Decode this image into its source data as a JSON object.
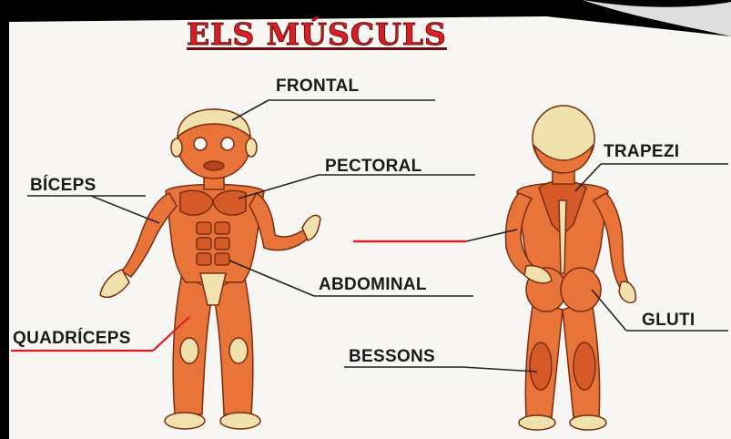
{
  "title": "ELS MÚSCULS",
  "labels": {
    "frontal": "FRONTAL",
    "pectoral": "PECTORAL",
    "biceps": "BÍCEPS",
    "abdominal": "ABDOMINAL",
    "quadriceps": "QUADRÍCEPS",
    "trapezi": "TRAPEZI",
    "gluti": "GLUTI",
    "bessons": "BESSONS"
  },
  "colors": {
    "title": "#d81f26",
    "muscle": "#e8743a",
    "muscle_dark": "#b9441c",
    "skin": "#f1e2ad",
    "accent_line": "#d81f26",
    "line": "#222222"
  }
}
